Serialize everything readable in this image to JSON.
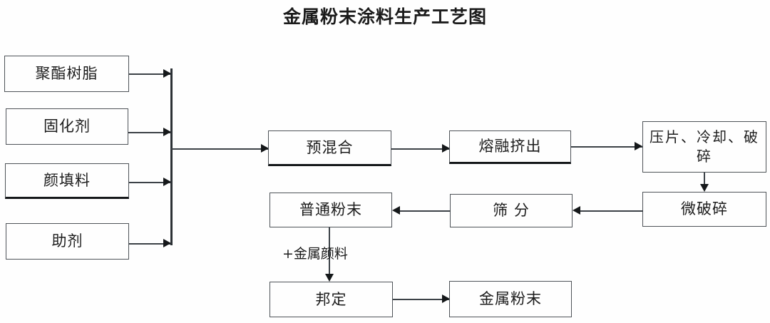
{
  "title": "金属粉末涂料生产工艺图",
  "diagram": {
    "type": "flowchart",
    "nodes": [
      {
        "id": "polyester-resin",
        "label": "聚酯树脂"
      },
      {
        "id": "curing-agent",
        "label": "固化剂"
      },
      {
        "id": "pigment-filler",
        "label": "颜填料"
      },
      {
        "id": "additive",
        "label": "助剂"
      },
      {
        "id": "premix",
        "label": "预混合"
      },
      {
        "id": "melt-extrusion",
        "label": "熔融挤出"
      },
      {
        "id": "press-cool-crush",
        "label": "压片、冷却、破碎"
      },
      {
        "id": "micro-crush",
        "label": "微破碎"
      },
      {
        "id": "sieving",
        "label": "筛 分"
      },
      {
        "id": "ordinary-powder",
        "label": "普通粉末"
      },
      {
        "id": "bonding",
        "label": "邦定"
      },
      {
        "id": "metallic-powder",
        "label": "金属粉末"
      }
    ],
    "edge_labels": [
      {
        "id": "add-metallic-pigment",
        "label": "+金属颜料"
      }
    ]
  },
  "colors": {
    "background": "#fefefe",
    "border": "#4e5358",
    "border_heavy": "#15181a",
    "connector": "#3c4247",
    "text": "#1c1c1c"
  }
}
